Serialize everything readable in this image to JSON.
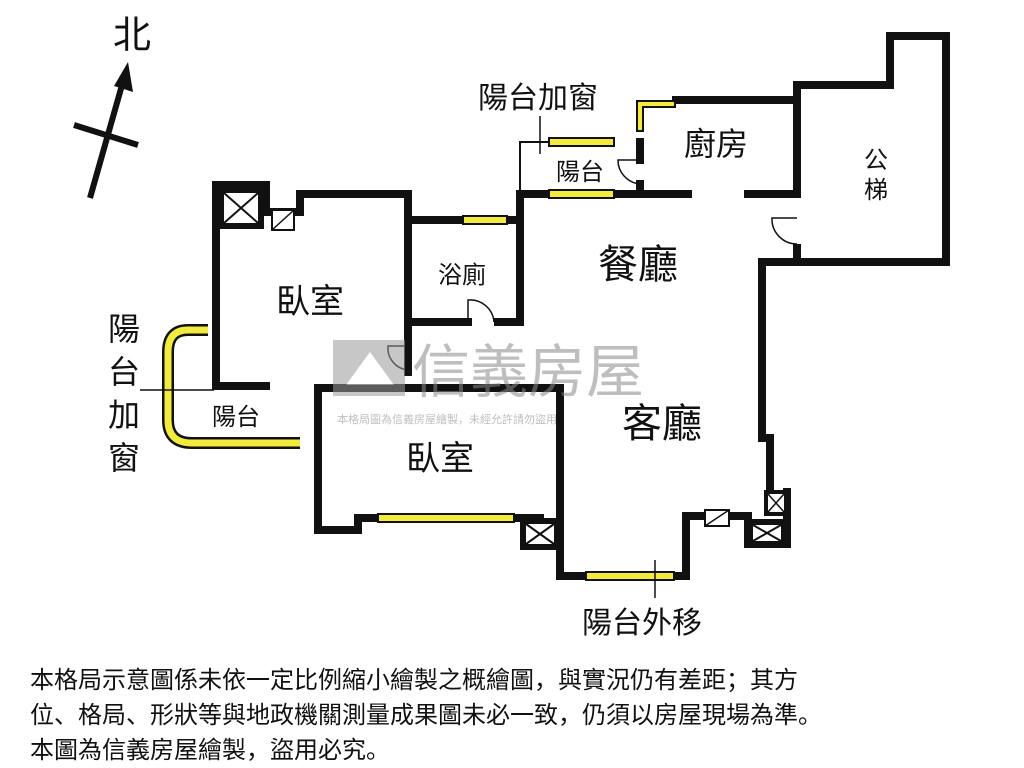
{
  "compass": {
    "north_label": "北"
  },
  "rooms": {
    "balcony_window_top": "陽台加窗",
    "kitchen": "廚房",
    "elevator_stairs": [
      "公",
      "梯"
    ],
    "balcony_small": "陽台",
    "dining": "餐廳",
    "bathroom": "浴廁",
    "bedroom_1": "臥室",
    "balcony_window_left": [
      "陽",
      "台",
      "加",
      "窗"
    ],
    "balcony_left": "陽台",
    "living": "客廳",
    "bedroom_2": "臥室",
    "balcony_moved": "陽台外移"
  },
  "watermark": {
    "brand": "信義房屋",
    "notice": "本格局圖為信義房屋繪製，未經允許請勿盜用"
  },
  "disclaimer": [
    "本格局示意圖係未依一定比例縮小繪製之概繪圖，與實況仍有差距；其方",
    "位、格局、形狀等與地政機關測量成果圖未必一致，仍須以房屋現場為準。",
    "本圖為信義房屋繪製，盜用必究。"
  ],
  "colors": {
    "wall": "#111111",
    "window_glass": "#f2ea3c",
    "watermark": "#c8c8c8"
  }
}
